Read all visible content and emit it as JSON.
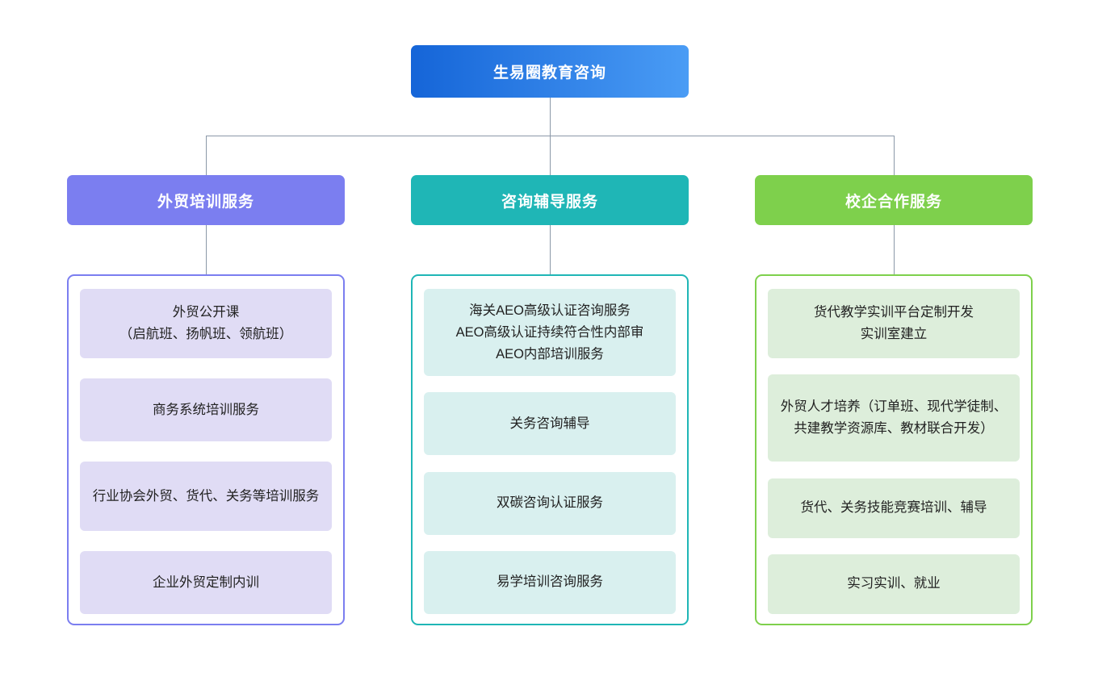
{
  "root": {
    "label": "生易圈教育咨询",
    "gradient_from": "#1565d8",
    "gradient_to": "#4a9cf5"
  },
  "connector_color": "#8b98a8",
  "branches": [
    {
      "id": "foreign-trade-training",
      "label": "外贸培训服务",
      "header_color": "#7b7ef0",
      "border_color": "#7b7ef0",
      "chip_color": "#e0dcf5",
      "items": [
        {
          "text": "外贸公开课\n（启航班、扬帆班、领航班）",
          "height": 86
        },
        {
          "text": "商务系统培训服务",
          "height": 78
        },
        {
          "text": "行业协会外贸、货代、关务等培训服务",
          "height": 86
        },
        {
          "text": "企业外贸定制内训",
          "height": 78
        }
      ]
    },
    {
      "id": "consulting-tutoring",
      "label": "咨询辅导服务",
      "header_color": "#1fb6b6",
      "border_color": "#1fb6b6",
      "chip_color": "#d9f0ef",
      "items": [
        {
          "text": "海关AEO高级认证咨询服务\nAEO高级认证持续符合性内部审\nAEO内部培训服务",
          "height": 108
        },
        {
          "text": "关务咨询辅导",
          "height": 78
        },
        {
          "text": "双碳咨询认证服务",
          "height": 78
        },
        {
          "text": "易学培训咨询服务",
          "height": 78
        }
      ]
    },
    {
      "id": "school-enterprise",
      "label": "校企合作服务",
      "header_color": "#7ed04c",
      "border_color": "#7ed04c",
      "chip_color": "#ddeedb",
      "items": [
        {
          "text": "货代教学实训平台定制开发\n实训室建立",
          "height": 86
        },
        {
          "text": "外贸人才培养（订单班、现代学徒制、共建教学资源库、教材联合开发）",
          "height": 108
        },
        {
          "text": "货代、关务技能竞赛培训、辅导",
          "height": 74
        },
        {
          "text": "实习实训、就业",
          "height": 74
        }
      ]
    }
  ]
}
